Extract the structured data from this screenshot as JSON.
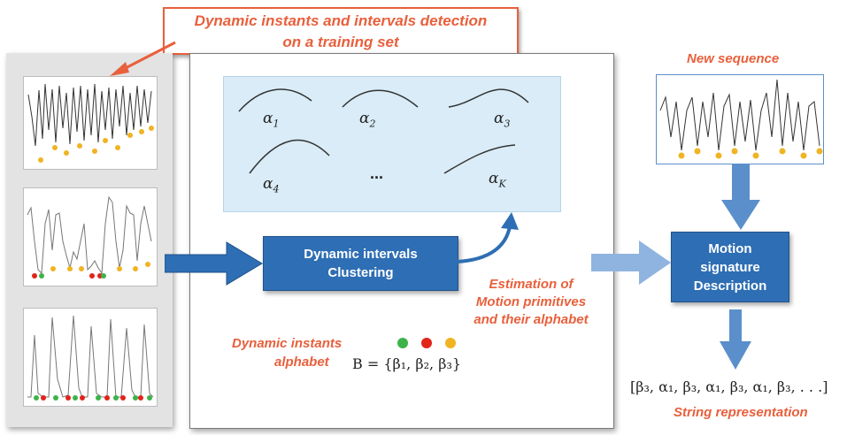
{
  "callout": {
    "line1": "Dynamic instants and  intervals detection",
    "line2": "on a training set"
  },
  "new_sequence_label": "New sequence",
  "primitives": {
    "a1": "α",
    "a1_sub": "1",
    "a2": "α",
    "a2_sub": "2",
    "a3": "α",
    "a3_sub": "3",
    "a4": "α",
    "a4_sub": "4",
    "aK": "α",
    "aK_sub": "K",
    "ellipsis": "..."
  },
  "clustering_box": {
    "line1": "Dynamic intervals",
    "line2": "Clustering"
  },
  "estimation_label": {
    "line1": "Estimation of",
    "line2": "Motion primitives",
    "line3": "and their alphabet"
  },
  "instants_label": {
    "line1": "Dynamic instants",
    "line2": "alphabet"
  },
  "alphabet_formula": "B = {β₁, β₂, β₃}",
  "signature_box": {
    "line1": "Motion",
    "line2": "signature",
    "line3": "Description"
  },
  "string_formula": "[β₃, α₁, β₃, α₁, β₃, α₁, β₃, . . .]",
  "string_label": "String representation",
  "colors": {
    "orange": "#e8603c",
    "box_blue": "#2e6eb4",
    "arrow_blue": "#5b8fcb",
    "area_blue": "#d9ecf7",
    "green": "#3db34a",
    "red": "#e2231a",
    "yellow": "#f0b323"
  }
}
